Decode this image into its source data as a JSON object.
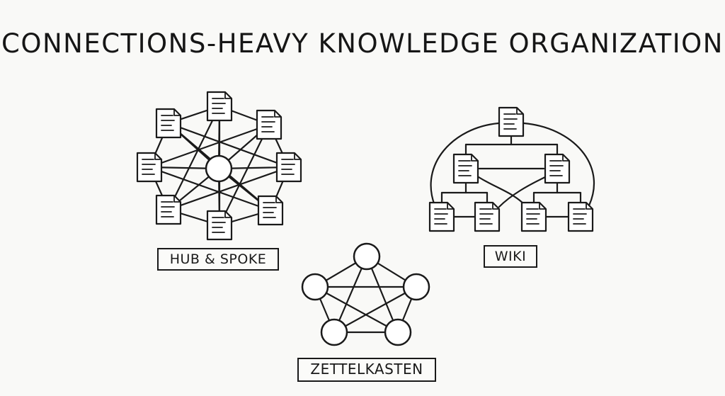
{
  "title": "CONNECTIONS-HEAVY KNOWLEDGE ORGANIZATION",
  "diagrams": {
    "hub_spoke": {
      "label": "HUB & SPOKE"
    },
    "wiki": {
      "label": "WIKI"
    },
    "zettelkasten": {
      "label": "ZETTELKASTEN"
    }
  },
  "icons": {
    "document": "document-icon",
    "node": "circle-node"
  },
  "colors": {
    "ink": "#1a1a1a",
    "paper": "#f9f9f7",
    "note_fill": "#ffffff"
  }
}
